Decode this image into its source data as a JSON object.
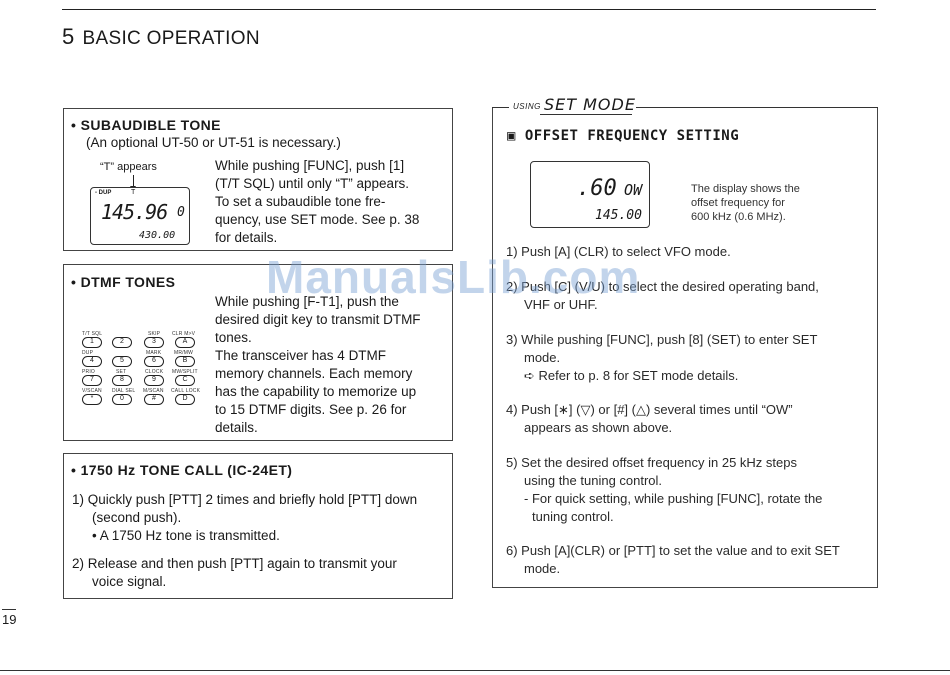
{
  "chapter": {
    "number": "5",
    "title": "BASIC OPERATION"
  },
  "page_number": "19",
  "watermark": "ManualsLib.com",
  "subaudible": {
    "title": "• SUBAUDIBLE TONE",
    "subtitle": "(An optional UT-50 or UT-51 is necessary.)",
    "caption": "“T” appears",
    "lcd": {
      "dup": "- DUP",
      "t": "T",
      "freq": "145.96",
      "digit": "0",
      "sub": "430.00"
    },
    "body": [
      "While pushing [FUNC], push [1]",
      "(T/T SQL) until only “T” appears.",
      "To set a subaudible tone fre-",
      "quency, use SET mode. See p. 38",
      "for details."
    ]
  },
  "dtmf": {
    "title": "• DTMF TONES",
    "body": [
      "While pushing [F-T1], push the",
      "desired digit key to transmit DTMF",
      "tones.",
      "The transceiver has 4 DTMF",
      "memory channels. Each memory",
      "has the capability to memorize up",
      "to 15 DTMF digits. See p. 26 for",
      "details."
    ],
    "keypad": {
      "row_labels": [
        [
          "T/T SQL",
          "",
          "SKIP",
          "CLR M>V"
        ],
        [
          "DUP",
          "",
          "MARK",
          "MR/MW"
        ],
        [
          "PRIO",
          "SET",
          "CLOCK",
          "MW/SPLIT"
        ],
        [
          "V/SCAN",
          "DIAL SEL",
          "M/SCAN",
          "CALL LOCK"
        ]
      ],
      "keys": [
        [
          "1",
          "2",
          "3",
          "A"
        ],
        [
          "4",
          "5",
          "6",
          "B"
        ],
        [
          "7",
          "8",
          "9",
          "C"
        ],
        [
          "*",
          "0",
          "#",
          "D"
        ]
      ]
    }
  },
  "tone_call": {
    "title": "• 1750 Hz TONE CALL (IC-24ET)",
    "step1": [
      "1) Quickly push [PTT] 2 times and briefly hold [PTT] down",
      "(second push).",
      "• A 1750 Hz tone is transmitted."
    ],
    "step2": [
      "2) Release and then push [PTT] again to transmit your",
      "voice signal."
    ]
  },
  "set_mode": {
    "using": "USING",
    "title": "SET MODE",
    "section_title": "▣ OFFSET FREQUENCY SETTING",
    "lcd": {
      "main": ".60",
      "suffix": "OW",
      "sub": "145.00"
    },
    "display_note": [
      "The display shows the",
      "offset frequency for",
      "600 kHz (0.6 MHz)."
    ],
    "steps": [
      [
        "1) Push [A] (CLR) to select VFO mode."
      ],
      [
        "2) Push [C] (V/U) to select the desired operating band,",
        "VHF or UHF."
      ],
      [
        "3) While pushing [FUNC], push [8] (SET) to enter SET",
        "mode.",
        "➪ Refer to p. 8 for SET mode details."
      ],
      [
        "4) Push [∗] (▽) or [#] (△) several times until “OW”",
        "appears as shown above."
      ],
      [
        "5) Set the desired offset frequency in 25 kHz steps",
        "using the tuning control.",
        "- For quick setting, while pushing [FUNC], rotate the",
        "tuning control."
      ],
      [
        "6) Push [A](CLR) or [PTT] to set the value and to exit SET",
        "mode."
      ]
    ]
  }
}
